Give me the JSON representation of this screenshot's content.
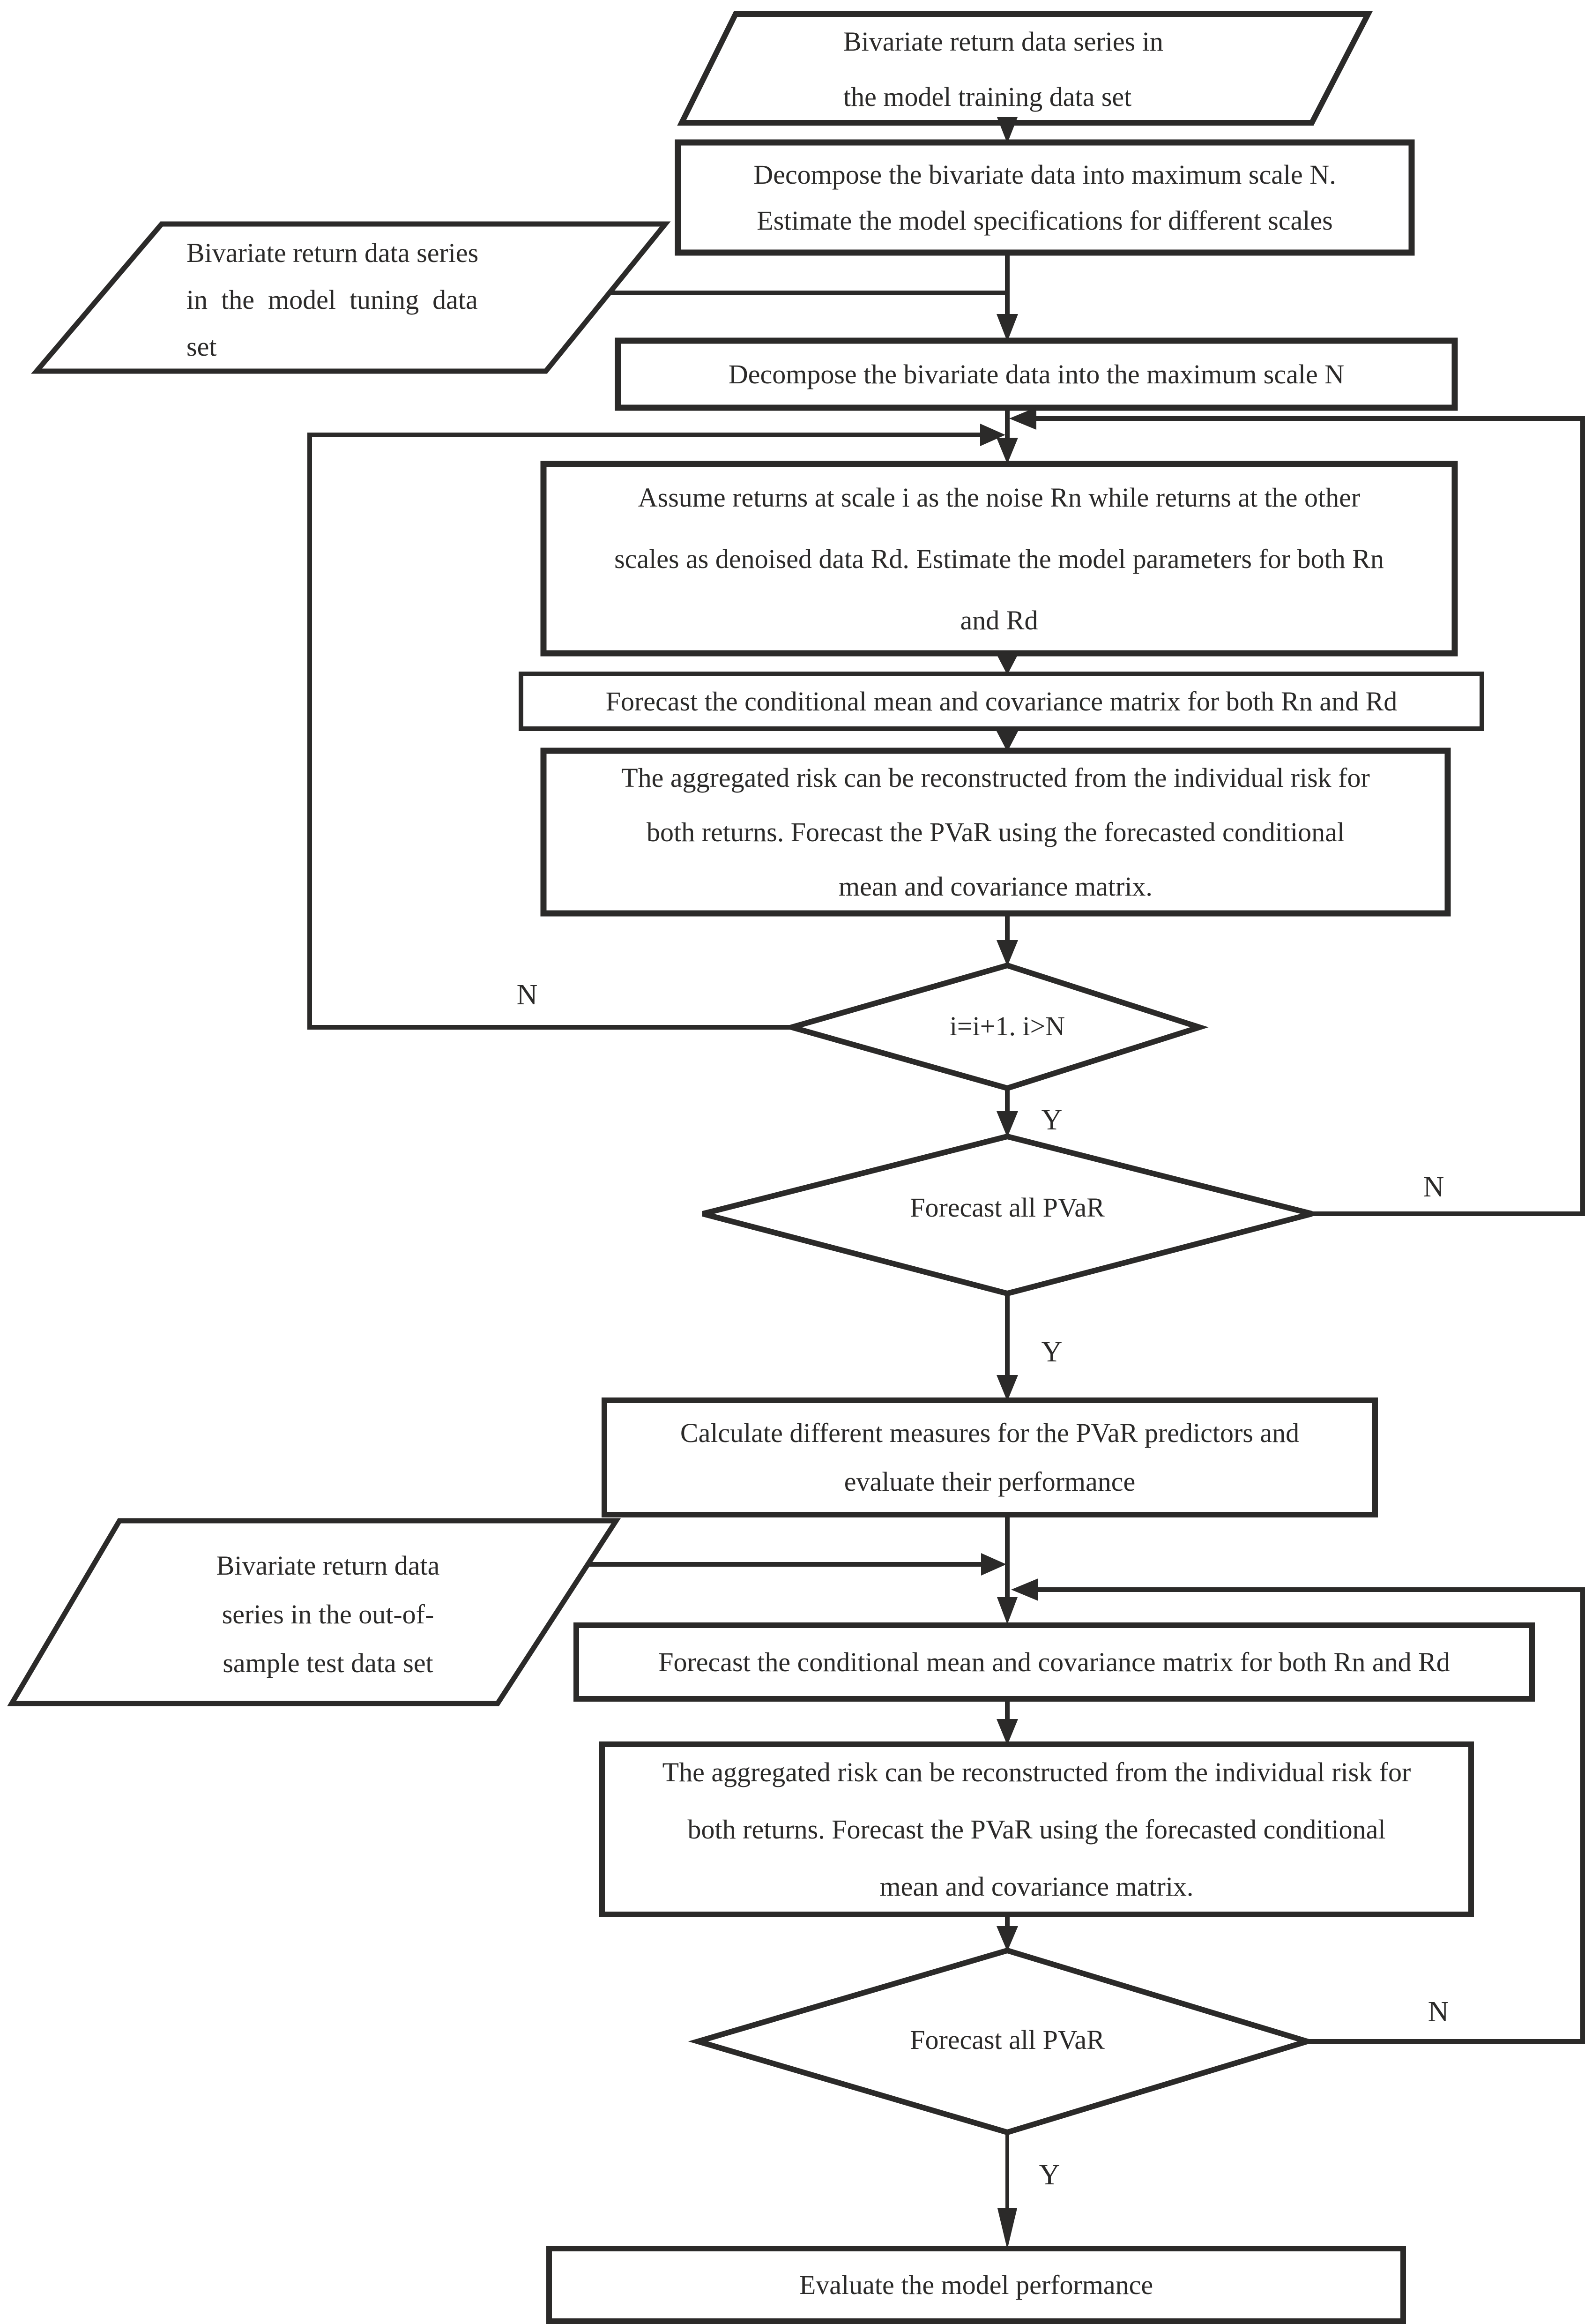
{
  "figure": {
    "type": "flowchart",
    "description": "Model flowchart for wavelet-decomposed bivariate return data and PVaR forecasting",
    "ink_color": "#2b2a29",
    "background_color": "#ffffff"
  },
  "nodes": {
    "training_input": {
      "shape": "parallelogram",
      "label": "Bivariate return data series in\nthe model training data set"
    },
    "decompose_training": {
      "shape": "process",
      "label": "Decompose the bivariate data into maximum scale N.\nEstimate the model specifications for different scales"
    },
    "tuning_input": {
      "shape": "parallelogram",
      "label": "Bivariate return data series\nin  the  model  tuning  data\nset"
    },
    "decompose_tuning": {
      "shape": "process",
      "label": "Decompose the bivariate data into the maximum scale N"
    },
    "assume_returns": {
      "shape": "process",
      "label": "Assume returns at scale i as the noise Rn while returns at the other\nscales as denoised data Rd. Estimate the model parameters for both Rn\nand Rd"
    },
    "forecast_mean_tuning": {
      "shape": "process",
      "label": "Forecast the conditional mean and covariance matrix for both Rn and Rd"
    },
    "aggregate_risk_tuning": {
      "shape": "process",
      "label": "The aggregated risk can be reconstructed from the individual risk for\nboth returns. Forecast the PVaR using the forecasted conditional\nmean and covariance matrix."
    },
    "scale_check": {
      "shape": "decision",
      "label": "i=i+1. i>N"
    },
    "forecast_all_tuning": {
      "shape": "decision",
      "label": "Forecast all PVaR"
    },
    "calculate_measures": {
      "shape": "process",
      "label": "Calculate different measures for the PVaR predictors and\nevaluate their performance"
    },
    "test_input": {
      "shape": "parallelogram",
      "label": "Bivariate return data\nseries in the out-of-\nsample test data set"
    },
    "forecast_mean_test": {
      "shape": "process",
      "label": "Forecast the conditional mean and covariance matrix for both Rn and Rd"
    },
    "aggregate_risk_test": {
      "shape": "process",
      "label": "The aggregated risk can be reconstructed from the individual risk for\nboth returns. Forecast the PVaR using the forecasted conditional\nmean and covariance matrix."
    },
    "forecast_all_test": {
      "shape": "decision",
      "label": "Forecast all PVaR"
    },
    "evaluate_performance": {
      "shape": "process",
      "label": "Evaluate the model performance"
    }
  },
  "branch_labels": {
    "yes": "Y",
    "no": "N"
  }
}
